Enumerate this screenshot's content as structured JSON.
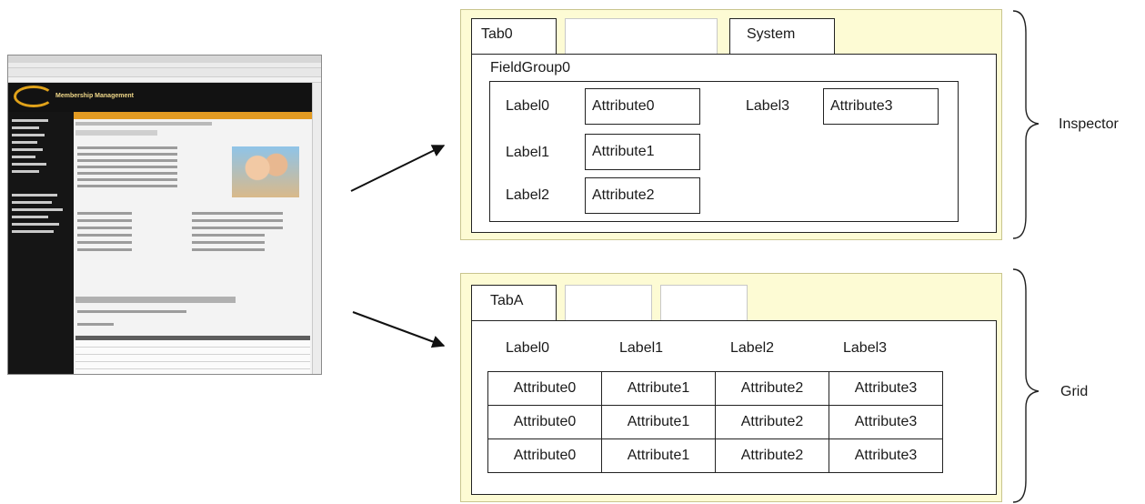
{
  "screenshot": {
    "banner_text": "Membership Management"
  },
  "inspector": {
    "label": "Inspector",
    "tabs": [
      "Tab0",
      "",
      "System"
    ],
    "field_group": "FieldGroup0",
    "fields": [
      {
        "label": "Label0",
        "attribute": "Attribute0"
      },
      {
        "label": "Label1",
        "attribute": "Attribute1"
      },
      {
        "label": "Label2",
        "attribute": "Attribute2"
      },
      {
        "label": "Label3",
        "attribute": "Attribute3"
      }
    ]
  },
  "grid": {
    "label": "Grid",
    "tabs": [
      "TabA",
      "",
      ""
    ],
    "headers": [
      "Label0",
      "Label1",
      "Label2",
      "Label3"
    ],
    "rows": [
      [
        "Attribute0",
        "Attribute1",
        "Attribute2",
        "Attribute3"
      ],
      [
        "Attribute0",
        "Attribute1",
        "Attribute2",
        "Attribute3"
      ],
      [
        "Attribute0",
        "Attribute1",
        "Attribute2",
        "Attribute3"
      ]
    ]
  }
}
